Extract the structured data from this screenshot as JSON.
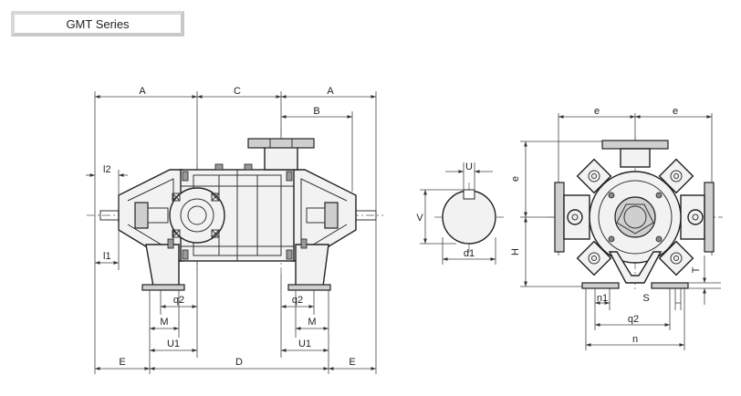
{
  "header": {
    "series_label": "GMT Series"
  },
  "side_view": {
    "labels": {
      "A_left": "A",
      "C": "C",
      "A_right": "A",
      "B": "B",
      "l2": "l2",
      "l1": "l1",
      "q2_left": "q2",
      "q2_right": "q2",
      "M_left": "M",
      "M_right": "M",
      "U1_left": "U1",
      "U1_right": "U1",
      "E_left": "E",
      "D": "D",
      "E_right": "E"
    }
  },
  "shaft_view": {
    "labels": {
      "U": "U",
      "V": "V",
      "d1": "d1"
    }
  },
  "end_view": {
    "labels": {
      "e_left": "e",
      "e_right": "e",
      "e_vertical": "e",
      "H": "H",
      "T": "T",
      "n1": "n1",
      "S": "S",
      "q2": "q2",
      "n": "n"
    }
  }
}
